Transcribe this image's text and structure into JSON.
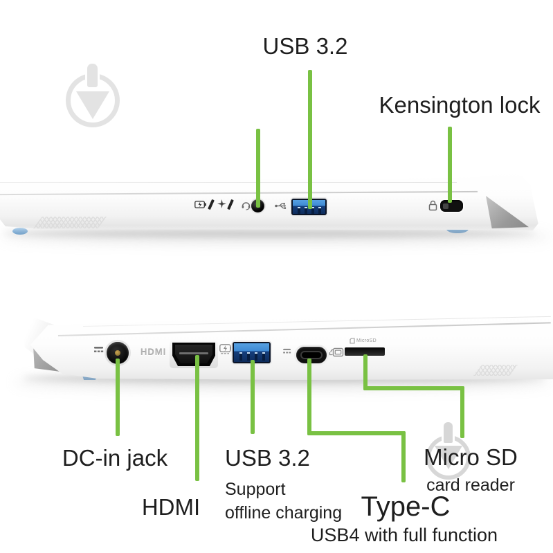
{
  "annotation": {
    "line_color": "#79c143"
  },
  "top_view": {
    "description": "laptop right side",
    "labels": {
      "usb": "USB 3.2",
      "kensington": "Kensington lock"
    },
    "ports": [
      "headphone-jack",
      "usb-a",
      "kensington-slot"
    ]
  },
  "bottom_view": {
    "description": "laptop left side",
    "labels": {
      "dc_in": "DC-in jack",
      "hdmi": "HDMI",
      "usb": "USB 3.2",
      "usb_note_line1": "Support",
      "usb_note_line2": "offline charging",
      "type_c": "Type-C",
      "type_c_note": "USB4 with full function",
      "micro_sd": "Micro SD",
      "micro_sd_note": "card reader"
    },
    "embossed": {
      "hdmi": "HDMI",
      "micro_sd": "MicroSD"
    },
    "ports": [
      "dc-in-jack",
      "hdmi",
      "usb-a",
      "usb-c",
      "micro-sd-slot"
    ]
  },
  "colors": {
    "annotation_green": "#79c143",
    "label_text": "#1e1e1e",
    "watermark_gray": "#e0e0e0",
    "usb_blue": "#3e89d3",
    "foot_blue": "#8cbbe4"
  }
}
